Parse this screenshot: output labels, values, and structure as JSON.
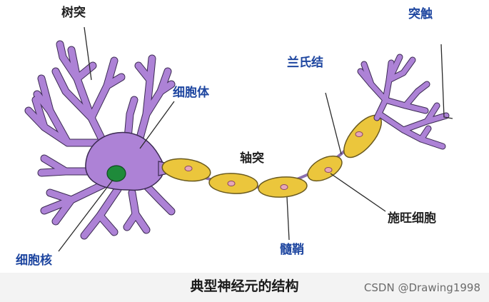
{
  "colors": {
    "background": "#ffffff",
    "neuron_fill": "#ad82d6",
    "neuron_stroke": "#3b2a52",
    "nucleus": "#1e8a3a",
    "myelin_fill": "#ebc63c",
    "myelin_stroke": "#6a5a20",
    "schwann_nucleus": "#e6a6b9",
    "label_dark": "#222222",
    "label_blue": "#1e46a0",
    "caption_band": "#f3f3f3"
  },
  "labels": {
    "dendrite": "树突",
    "synapse": "突触",
    "ranvier_node": "兰氏结",
    "cell_body": "细胞体",
    "axon": "轴突",
    "schwann_cell": "施旺细胞",
    "nucleus": "细胞核",
    "myelin_sheath": "髓鞘"
  },
  "caption": "典型神经元的结构",
  "watermark": "CSDN @Drawing1998"
}
